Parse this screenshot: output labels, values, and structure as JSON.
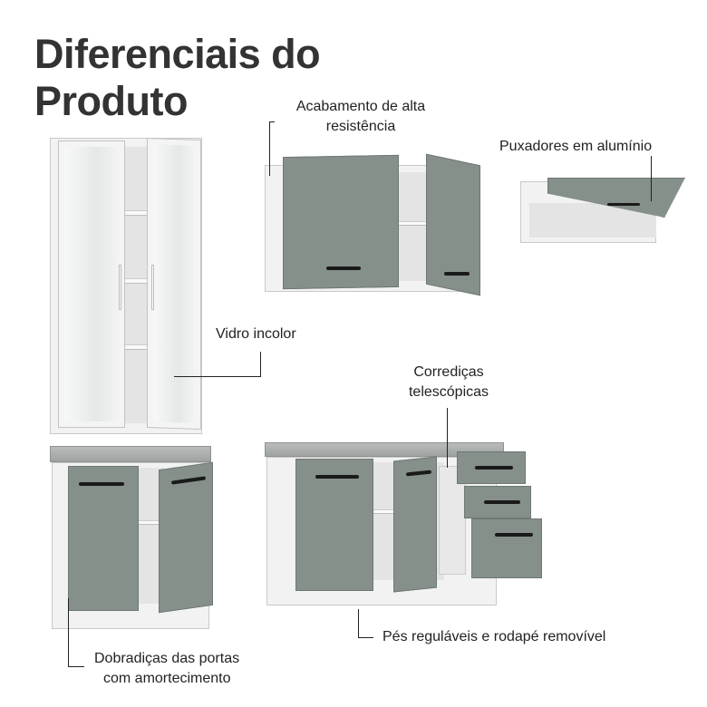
{
  "title": {
    "line1": "Diferenciais do",
    "line2": "Produto"
  },
  "callouts": {
    "finish": {
      "line1": "Acabamento de alta",
      "line2": "resistência"
    },
    "handles": "Puxadores em alumínio",
    "glass": "Vidro incolor",
    "slides": {
      "line1": "Corrediças",
      "line2": "telescópicas"
    },
    "feet": "Pés reguláveis e rodapé removível",
    "hinges": {
      "line1": "Dobradiças das portas",
      "line2": "com amortecimento"
    }
  },
  "colors": {
    "door_green": "#86908a",
    "body_white": "#f2f2f2",
    "countertop_gray": "#a8abaa",
    "text": "#333333"
  }
}
